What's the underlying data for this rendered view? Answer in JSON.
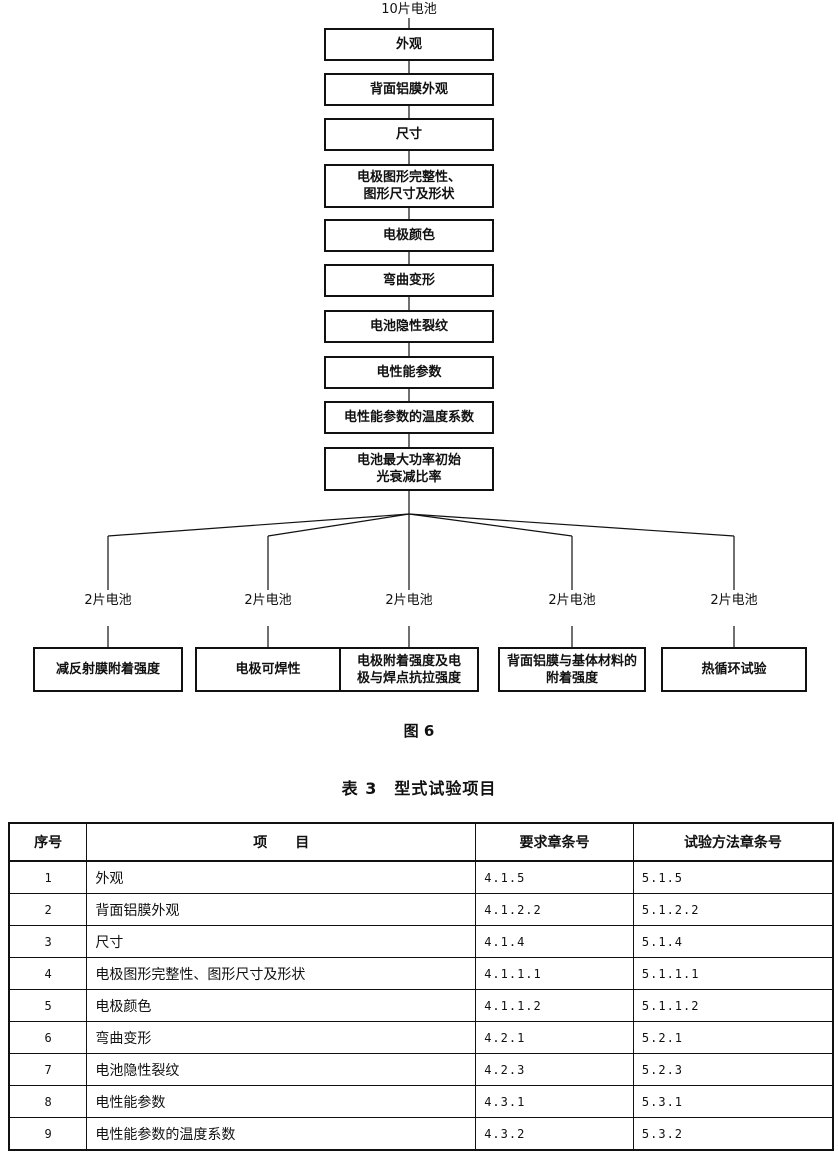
{
  "flow": {
    "top_label": "10片电池",
    "steps": [
      [
        "外观"
      ],
      [
        "背面铝膜外观"
      ],
      [
        "尺寸"
      ],
      [
        "电极图形完整性、",
        "图形尺寸及形状"
      ],
      [
        "电极颜色"
      ],
      [
        "弯曲变形"
      ],
      [
        "电池隐性裂纹"
      ],
      [
        "电性能参数"
      ],
      [
        "电性能参数的温度系数"
      ],
      [
        "电池最大功率初始",
        "光衰减比率"
      ]
    ],
    "branches": [
      {
        "label": "2片电池",
        "test": [
          "减反射膜附着强度"
        ]
      },
      {
        "label": "2片电池",
        "test": [
          "电极可焊性"
        ]
      },
      {
        "label": "2片电池",
        "test": [
          "电极附着强度及电",
          "极与焊点抗拉强度"
        ]
      },
      {
        "label": "2片电池",
        "test": [
          "背面铝膜与基体材料的",
          "附着强度"
        ]
      },
      {
        "label": "2片电池",
        "test": [
          "热循环试验"
        ]
      }
    ]
  },
  "figure_caption": "图 6",
  "table": {
    "caption": "表 3　型式试验项目",
    "headers": [
      "序号",
      "项　　目",
      "要求章条号",
      "试验方法章条号"
    ],
    "rows": [
      [
        "1",
        "外观",
        "4.1.5",
        "5.1.5"
      ],
      [
        "2",
        "背面铝膜外观",
        "4.1.2.2",
        "5.1.2.2"
      ],
      [
        "3",
        "尺寸",
        "4.1.4",
        "5.1.4"
      ],
      [
        "4",
        "电极图形完整性、图形尺寸及形状",
        "4.1.1.1",
        "5.1.1.1"
      ],
      [
        "5",
        "电极颜色",
        "4.1.1.2",
        "5.1.1.2"
      ],
      [
        "6",
        "弯曲变形",
        "4.2.1",
        "5.2.1"
      ],
      [
        "7",
        "电池隐性裂纹",
        "4.2.3",
        "5.2.3"
      ],
      [
        "8",
        "电性能参数",
        "4.3.1",
        "5.3.1"
      ],
      [
        "9",
        "电性能参数的温度系数",
        "4.3.2",
        "5.3.2"
      ]
    ]
  }
}
